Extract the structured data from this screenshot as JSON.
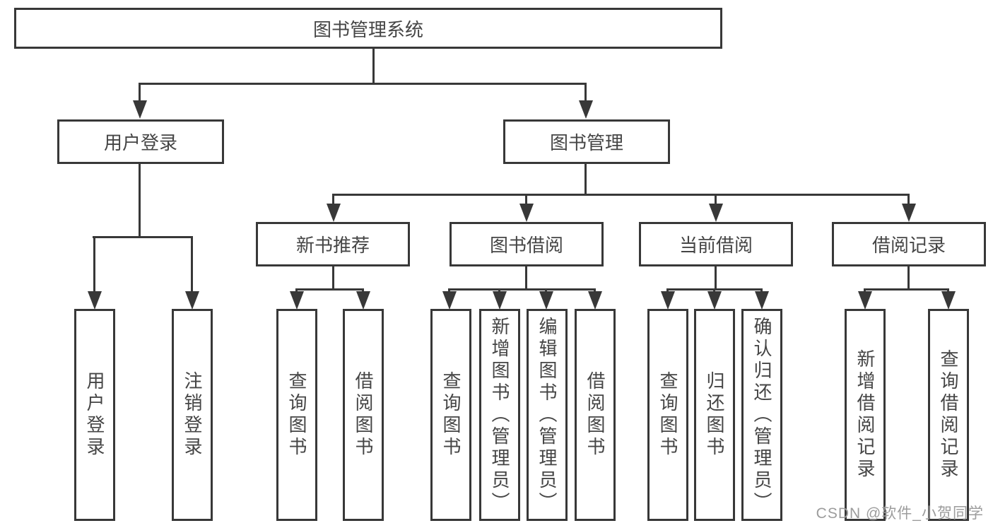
{
  "nodes": {
    "root": "图书管理系统",
    "user_login": "用户登录",
    "book_management": "图书管理",
    "new_book_recommend": "新书推荐",
    "book_borrowing": "图书借阅",
    "current_borrowing": "当前借阅",
    "borrowing_records": "借阅记录",
    "leaf_user_login": "用户登录",
    "leaf_logout": "注销登录",
    "leaf_search_books_1": "查询图书",
    "leaf_borrow_books_1": "借阅图书",
    "leaf_search_books_2": "查询图书",
    "leaf_add_books_admin": "新增图书（管理员）",
    "leaf_edit_books_admin": "编辑图书（管理员）",
    "leaf_borrow_books_2": "借阅图书",
    "leaf_search_books_3": "查询图书",
    "leaf_return_books": "归还图书",
    "leaf_confirm_return_admin": "确认归还（管理员）",
    "leaf_add_borrow_record": "新增借阅记录",
    "leaf_search_borrow_record": "查询借阅记录"
  },
  "watermark": {
    "text": "CSDN @软件_小贺同学"
  },
  "colors": {
    "line": "#383838",
    "text": "#454545",
    "watermark": "#9c9c9c",
    "background": "#ffffff"
  }
}
